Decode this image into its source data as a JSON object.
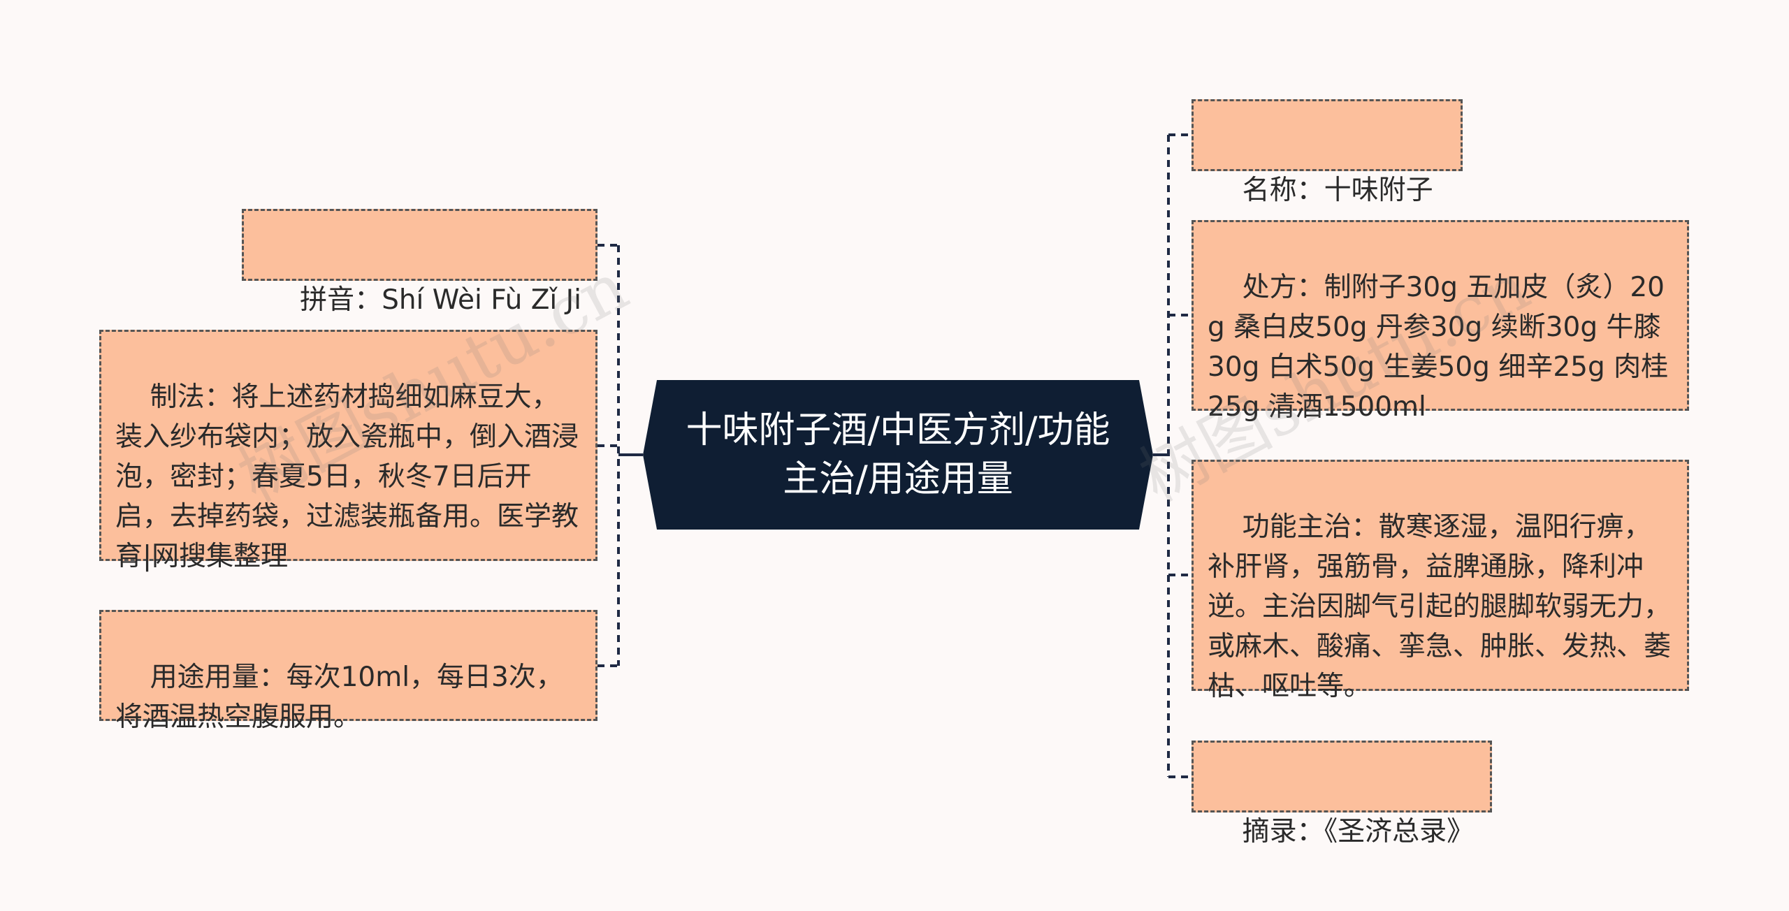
{
  "center": {
    "title": "十味附子酒/中医方剂/功能主治/用途用量"
  },
  "left_nodes": [
    {
      "id": "pinyin",
      "text": "拼音：Shí Wèi Fù Zǐ Jiǔ"
    },
    {
      "id": "method",
      "text": "制法：将上述药材捣细如麻豆大，装入纱布袋内；放入瓷瓶中，倒入酒浸泡，密封；春夏5日，秋冬7日后开启，去掉药袋，过滤装瓶备用。医学教育|网搜集整理"
    },
    {
      "id": "usage",
      "text": "用途用量：每次10ml，每日3次，将酒温热空腹服用。"
    }
  ],
  "right_nodes": [
    {
      "id": "name",
      "text": "名称：十味附子酒"
    },
    {
      "id": "prescription",
      "text": "处方：制附子30g 五加皮（炙）20g 桑白皮50g 丹参30g 续断30g 牛膝30g 白术50g 生姜50g 细辛25g 肉桂25g 清酒1500ml"
    },
    {
      "id": "function",
      "text": "功能主治：散寒逐湿，温阳行痹，补肝肾，强筋骨，益脾通脉，降利冲逆。主治因脚气引起的腿脚软弱无力，或麻木、酸痛、挛急、肿胀、发热、萎枯、呕吐等。"
    },
    {
      "id": "source",
      "text": "摘录：《圣济总录》"
    }
  ],
  "watermarks": [
    "树图shutu.cn",
    "树图shutu.cn"
  ],
  "colors": {
    "background": "#fdf9f8",
    "node_fill": "#fcbf9c",
    "node_border": "#555555",
    "center_fill": "#0f1e33",
    "connector": "#1f2a44"
  }
}
